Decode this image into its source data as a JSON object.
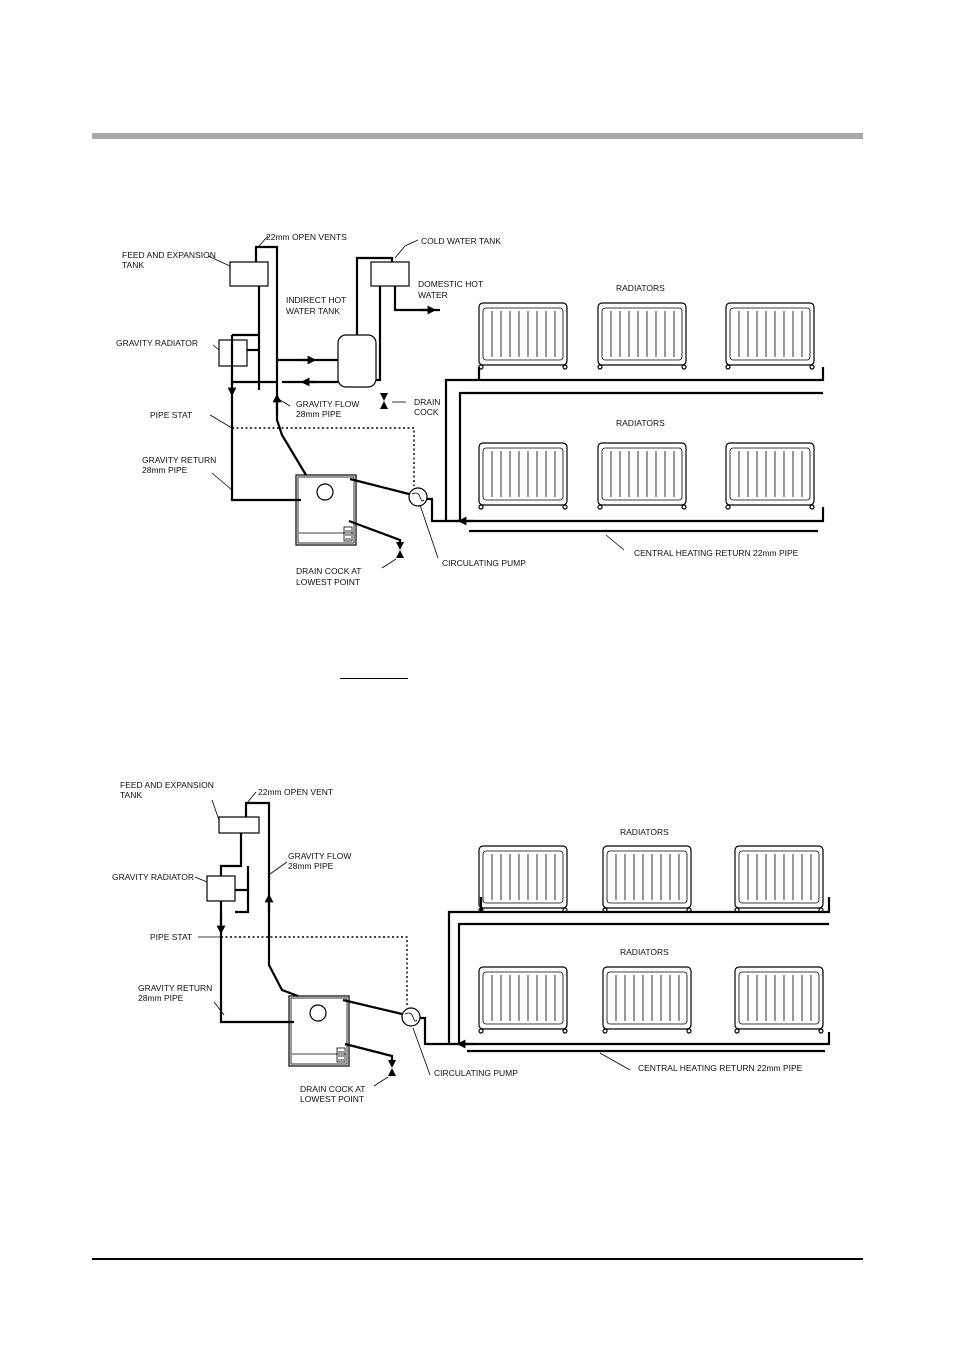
{
  "diagram1": {
    "labels": {
      "feed_tank": [
        "FEED AND EXPANSION",
        "TANK"
      ],
      "open_vents": "22mm OPEN VENTS",
      "cold_water_tank": "COLD WATER TANK",
      "domestic_hot_water": [
        "DOMESTIC HOT",
        "WATER"
      ],
      "indirect_tank": [
        "INDIRECT HOT",
        "WATER TANK"
      ],
      "gravity_radiator": "GRAVITY RADIATOR",
      "radiators_upper": "RADIATORS",
      "radiators_lower": "RADIATORS",
      "gravity_flow": [
        "GRAVITY FLOW",
        "28mm PIPE"
      ],
      "drain_cock": [
        "DRAIN",
        "COCK"
      ],
      "pipe_stat": "PIPE STAT",
      "gravity_return": [
        "GRAVITY RETURN",
        "28mm PIPE"
      ],
      "drain_cock_lowest": [
        "DRAIN COCK AT",
        "LOWEST POINT"
      ],
      "circulating_pump": "CIRCULATING PUMP",
      "ch_return": "CENTRAL HEATING RETURN 22mm PIPE"
    }
  },
  "diagram2": {
    "labels": {
      "feed_tank": [
        "FEED AND EXPANSION",
        "TANK"
      ],
      "open_vent": "22mm OPEN VENT",
      "gravity_flow": [
        "GRAVITY FLOW",
        "28mm PIPE"
      ],
      "gravity_radiator": "GRAVITY RADIATOR",
      "radiators_upper": "RADIATORS",
      "radiators_lower": "RADIATORS",
      "pipe_stat": "PIPE STAT",
      "gravity_return": [
        "GRAVITY RETURN",
        "28mm PIPE"
      ],
      "drain_cock_lowest": [
        "DRAIN COCK AT",
        "LOWEST POINT"
      ],
      "circulating_pump": "CIRCULATING PUMP",
      "ch_return": "CENTRAL HEATING RETURN 22mm PIPE"
    }
  },
  "caption": ""
}
